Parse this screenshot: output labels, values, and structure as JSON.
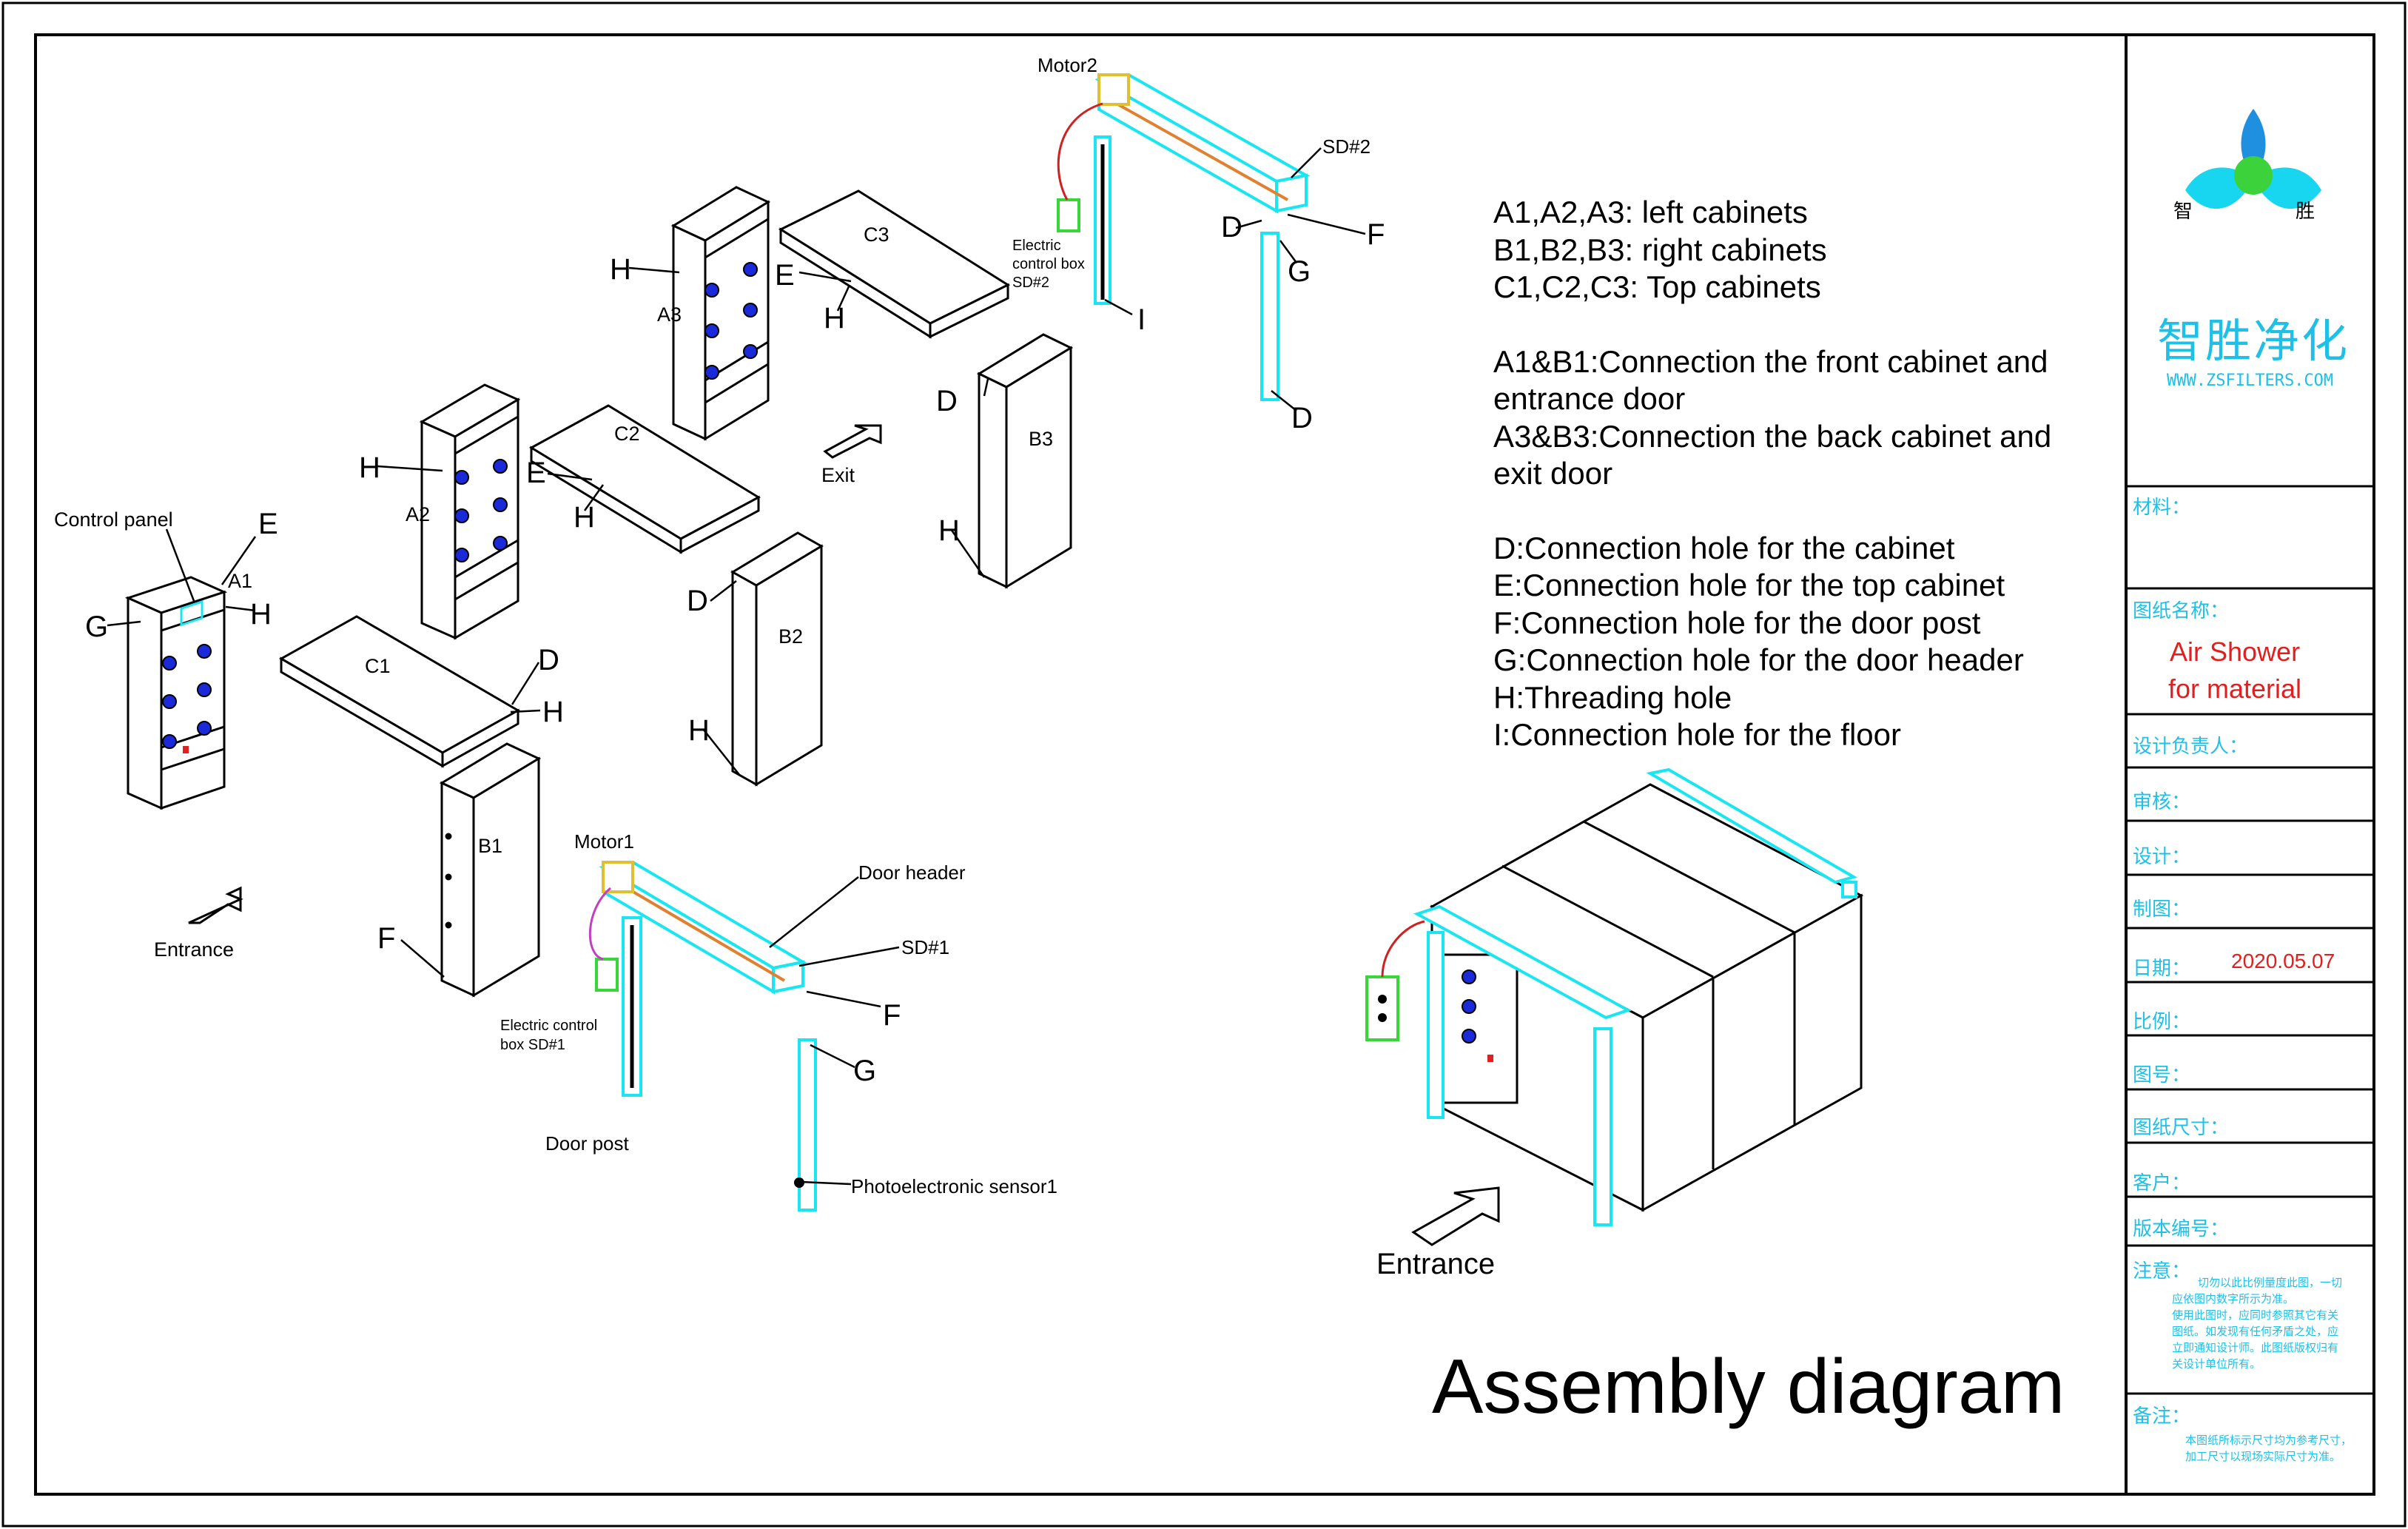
{
  "legend": [
    "A1,A2,A3: left cabinets",
    "B1,B2,B3: right cabinets",
    "C1,C2,C3: Top cabinets",
    "",
    "A1&B1:Connection the front cabinet and",
    "entrance door",
    "A3&B3:Connection the back cabinet and",
    "exit door",
    "",
    "D:Connection hole for the cabinet",
    "E:Connection hole for the top cabinet",
    "F:Connection hole for the door post",
    "G:Connection hole for the door header",
    "H:Threading hole",
    "I:Connection hole for the floor"
  ],
  "drawing_title": "Assembly diagram",
  "labels": {
    "control_panel": "Control panel",
    "entrance": "Entrance",
    "exit": "Exit",
    "motor1": "Motor1",
    "motor2": "Motor2",
    "door_header": "Door header",
    "sd1": "SD#1",
    "sd2": "SD#2",
    "door_post": "Door post",
    "photo_sensor": "Photoelectronic sensor1",
    "ecb1_line1": "Electric control",
    "ecb1_line2": "box SD#1",
    "ecb2_line1": "Electric",
    "ecb2_line2": "control box",
    "ecb2_line3": "SD#2",
    "a1": "A1",
    "a2": "A2",
    "a3": "A3",
    "b1": "B1",
    "b2": "B2",
    "b3": "B3",
    "c1": "C1",
    "c2": "C2",
    "c3": "C3",
    "d": "D",
    "e": "E",
    "f": "F",
    "g": "G",
    "h": "H",
    "i": "I"
  },
  "title_block": {
    "logo_left": "智",
    "logo_right": "胜",
    "company": "智胜净化",
    "website": "WWW.ZSFILTERS.COM",
    "material_label": "材料：",
    "drawing_name_label": "图纸名称：",
    "drawing_name_1": "Air Shower",
    "drawing_name_2": "for material",
    "designer_label": "设计负责人：",
    "review_label": "审核：",
    "design_label": "设计：",
    "drafting_label": "制图：",
    "date_label": "日期：",
    "date_value": "2020.05.07",
    "scale_label": "比例：",
    "drawing_no_label": "图号：",
    "size_label": "图纸尺寸：",
    "client_label": "客户：",
    "version_label": "版本编号：",
    "notice_label": "注意：",
    "notice_text": [
      "切勿以此比例量度此图，一切",
      "应依图内数字所示为准。",
      "使用此图时，应同时参照其它有关",
      "图纸。如发现有任何矛盾之处，应",
      "立即通知设计师。此图纸版权归有",
      "关设计单位所有。"
    ],
    "remark_label": "备注：",
    "remark_text": [
      "本图纸所标示尺寸均为参考尺寸，",
      "加工尺寸以现场实际尺寸为准。"
    ]
  },
  "colors": {
    "cyan": "#19e6f0",
    "blue_dot": "#1a2ad8",
    "green_box": "#39d639",
    "red_text": "#e02020",
    "label_cyan": "#1ec0e8"
  }
}
